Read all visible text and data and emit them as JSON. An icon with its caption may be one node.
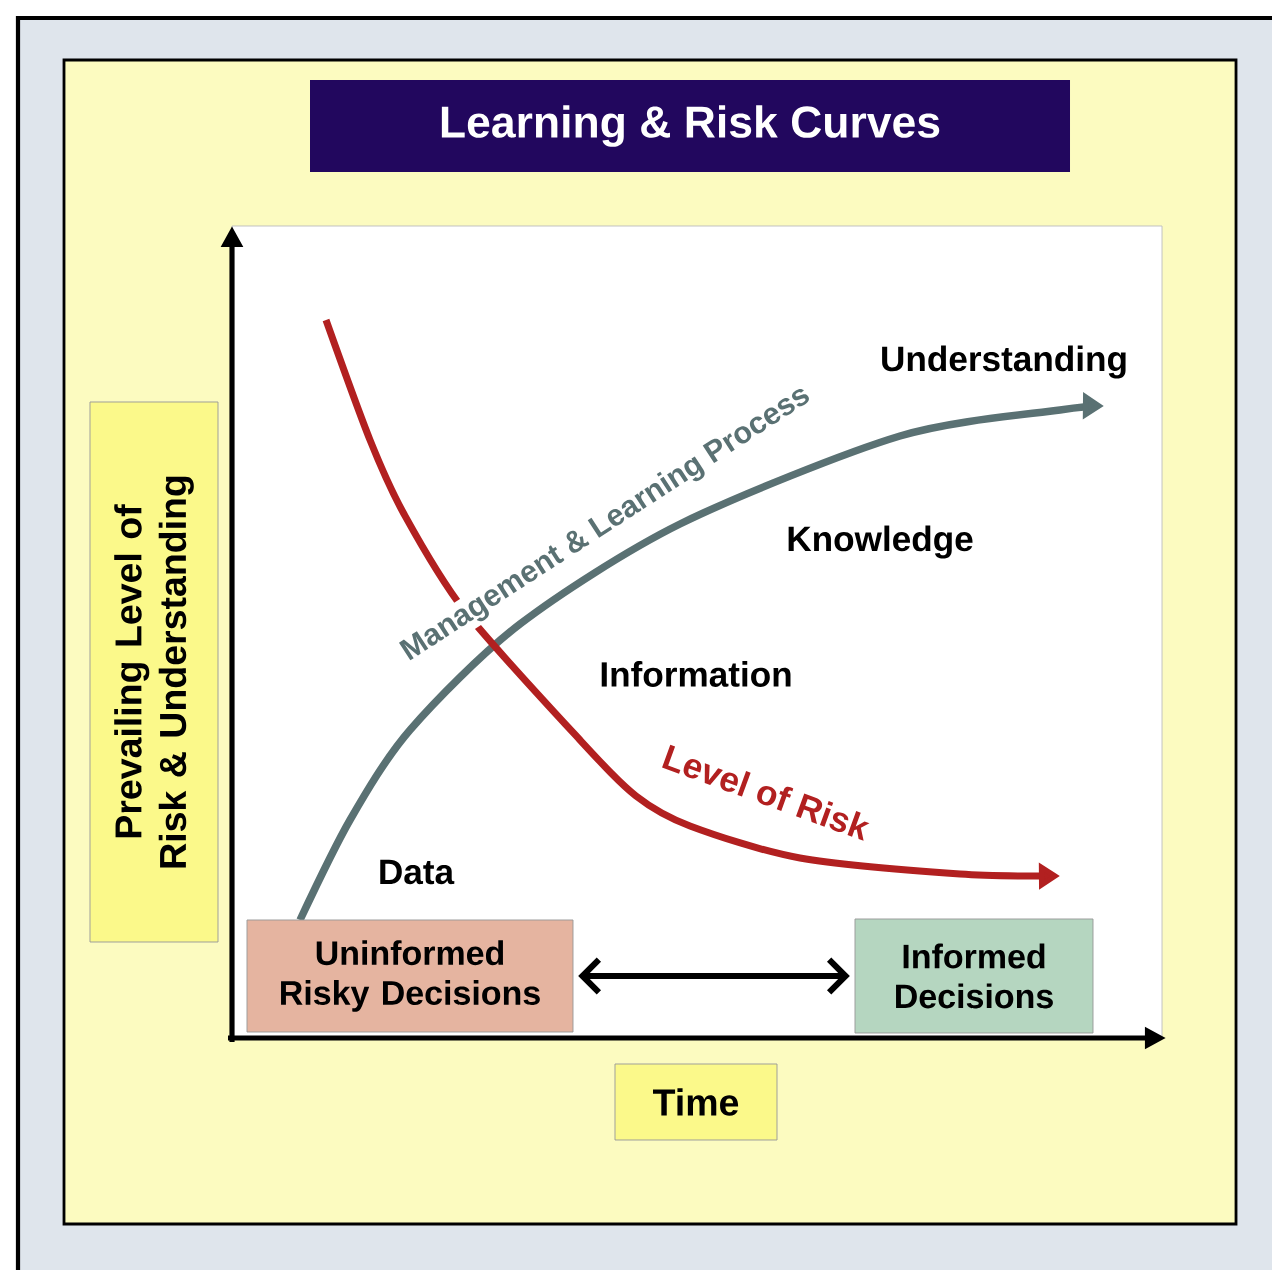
{
  "diagram": {
    "title": "Learning & Risk Curves",
    "nodes": [
      {
        "text": [
          "Prevailing Level of Risk & Understanding"
        ]
      },
      {
        "text": [
          "Uninformed Risky Decisions"
        ]
      },
      {
        "text": [
          "Informed Decisions"
        ]
      },
      {
        "text": [
          "Time"
        ]
      }
    ],
    "edges": [
      {
        "from": 1,
        "to": 2,
        "arrow": "both"
      }
    ],
    "labels": [
      "Understanding",
      "Management & Learning Process",
      "Knowledge",
      "Information",
      "Level of Risk",
      "Data"
    ]
  }
}
